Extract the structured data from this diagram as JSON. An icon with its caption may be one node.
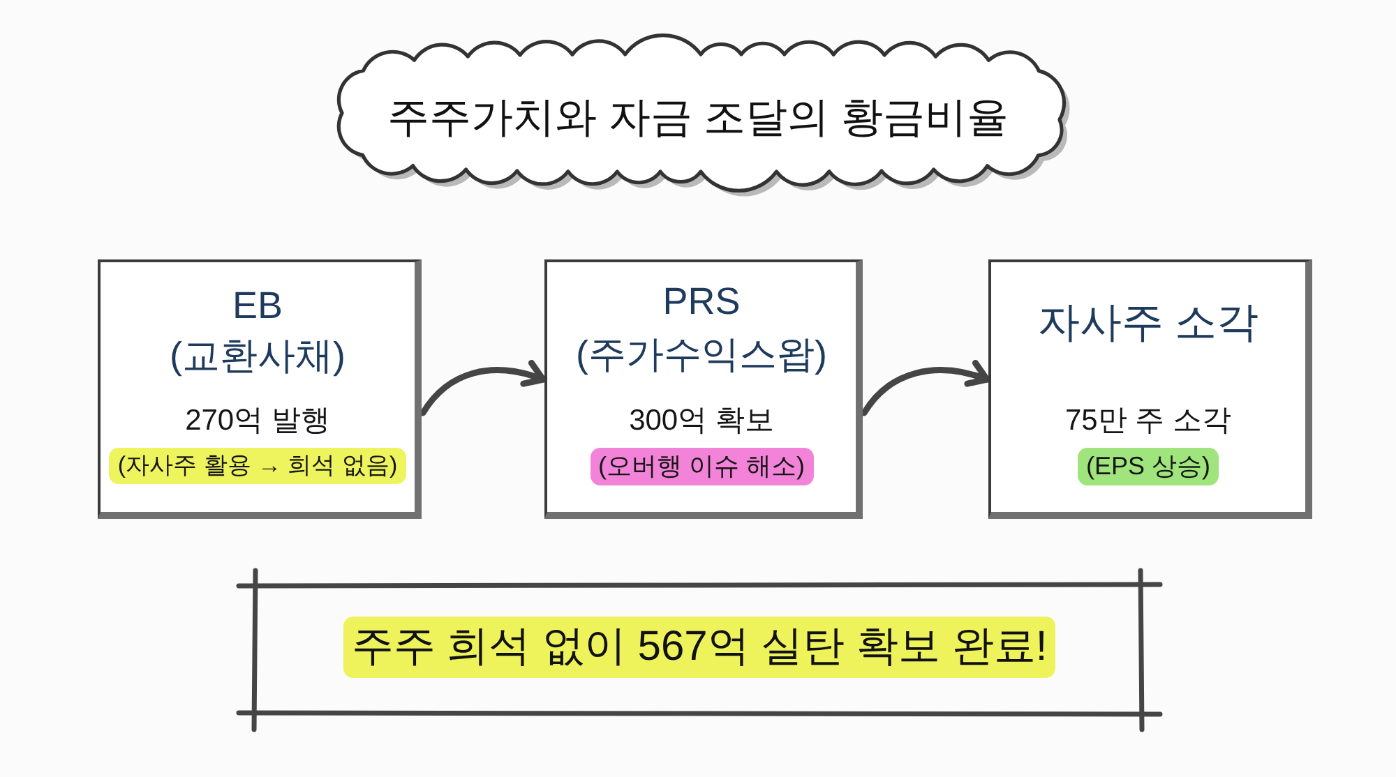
{
  "diagram": {
    "title": "주주가치와 자금 조달의 황금비율",
    "nodes": [
      {
        "text": [
          "EB (교환사채)",
          "270억 발행",
          "(자사주 활용 → 희석 없음)"
        ]
      },
      {
        "text": [
          "PRS (주가수익스왑)",
          "300억 확보",
          "(오버행 이슈 해소)"
        ]
      },
      {
        "text": [
          "자사주 소각",
          "75만 주 소각",
          "(EPS 상승)"
        ]
      },
      {
        "text": [
          "주주 희석 없이 567억 실탄 확보 완료!"
        ]
      }
    ],
    "edges": [
      {
        "from": 0,
        "to": 1,
        "arrow": "to"
      },
      {
        "from": 1,
        "to": 2,
        "arrow": "to"
      }
    ]
  }
}
